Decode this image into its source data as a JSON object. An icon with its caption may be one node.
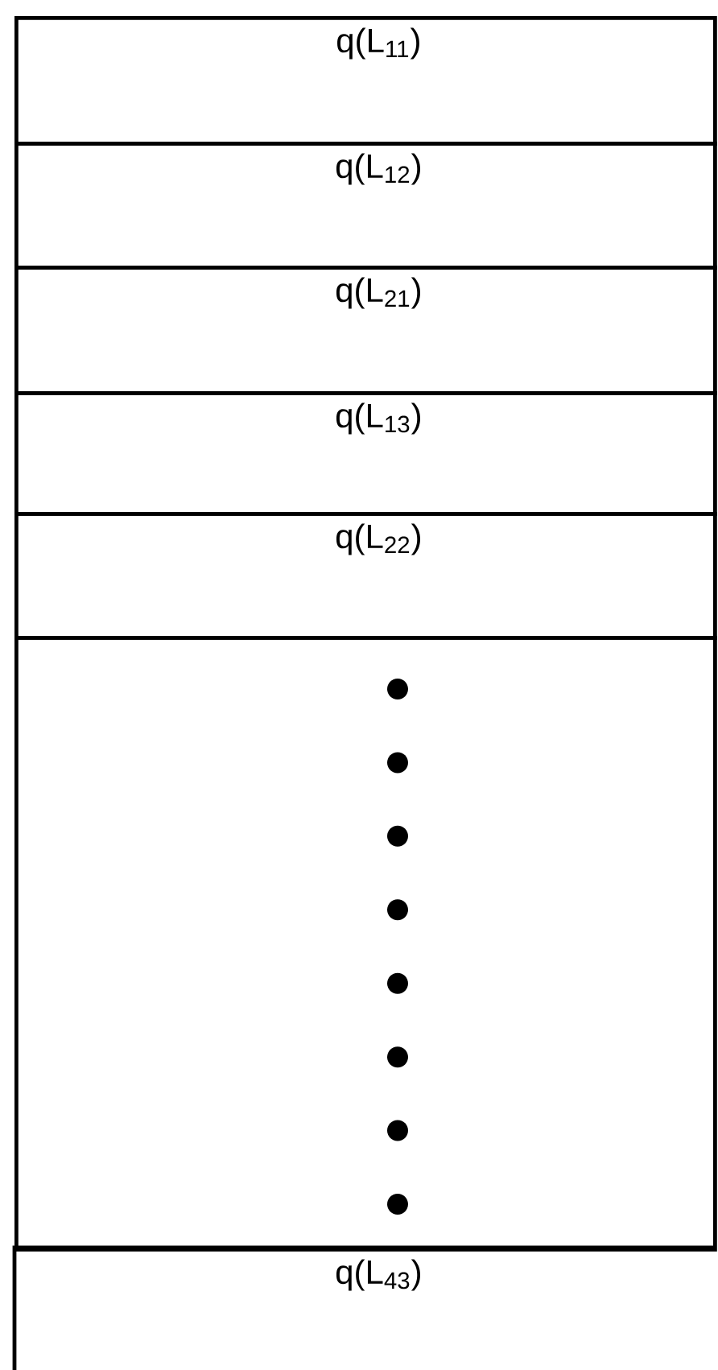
{
  "diagram": {
    "nodes": [
      {
        "text": [
          "q(L$_{11}$)"
        ]
      },
      {
        "text": [
          "q(L$_{12}$)"
        ]
      },
      {
        "text": [
          "q(L$_{21}$)"
        ]
      },
      {
        "text": [
          "q(L$_{13}$)"
        ]
      },
      {
        "text": [
          "q(L$_{22}$)"
        ]
      },
      {
        "text": [],
        "shape": "box"
      },
      {
        "text": [
          "q(L$_{43}$)"
        ]
      }
    ]
  }
}
